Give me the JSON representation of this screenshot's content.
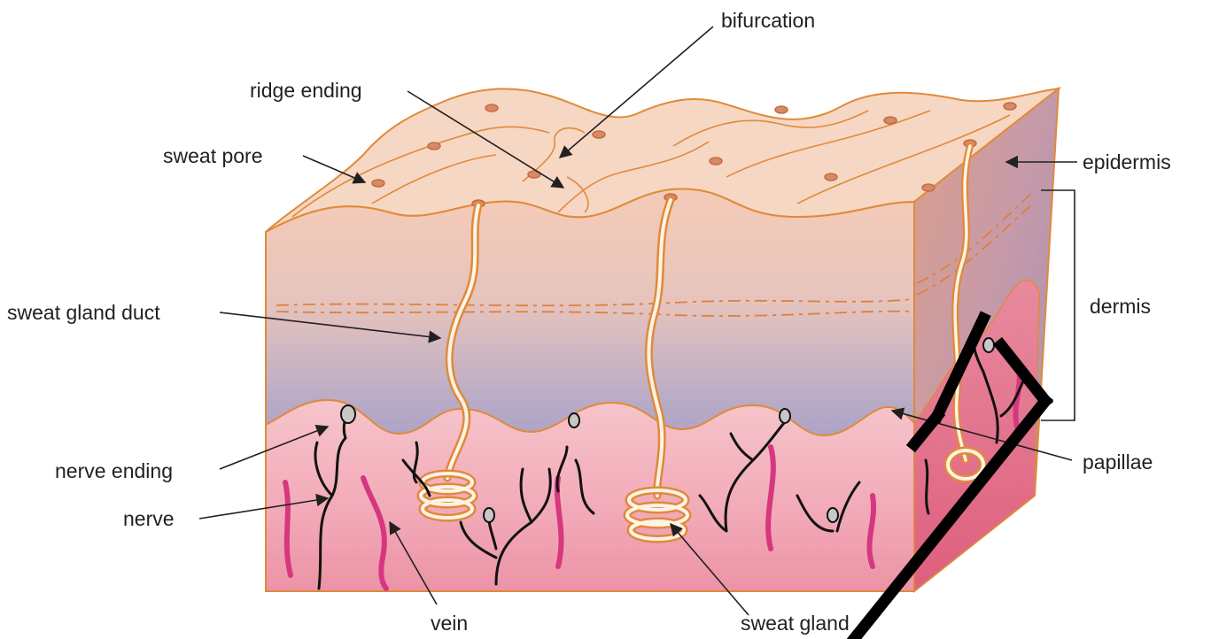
{
  "labels": {
    "bifurcation": "bifurcation",
    "ridge_ending": "ridge ending",
    "sweat_pore": "sweat pore",
    "epidermis": "epidermis",
    "dermis": "dermis",
    "sweat_gland_duct": "sweat gland duct",
    "papillae": "papillae",
    "nerve_ending": "nerve ending",
    "nerve": "nerve",
    "vein": "vein",
    "sweat_gland": "sweat gland"
  },
  "watermark": {
    "color": "#000000"
  },
  "colors": {
    "outline": "#e08a3a",
    "surface": "#f6d6c2",
    "epidermis_top": "#f2cdb6",
    "epidermis_mid": "#b4a7c4",
    "dermis": "#f4b3bd",
    "dermis_deep": "#ee8fa3",
    "side_face": "#d98e82",
    "nerve": "#111111",
    "vein": "#d6377f",
    "nerve_ending": "#b6b6b6"
  }
}
